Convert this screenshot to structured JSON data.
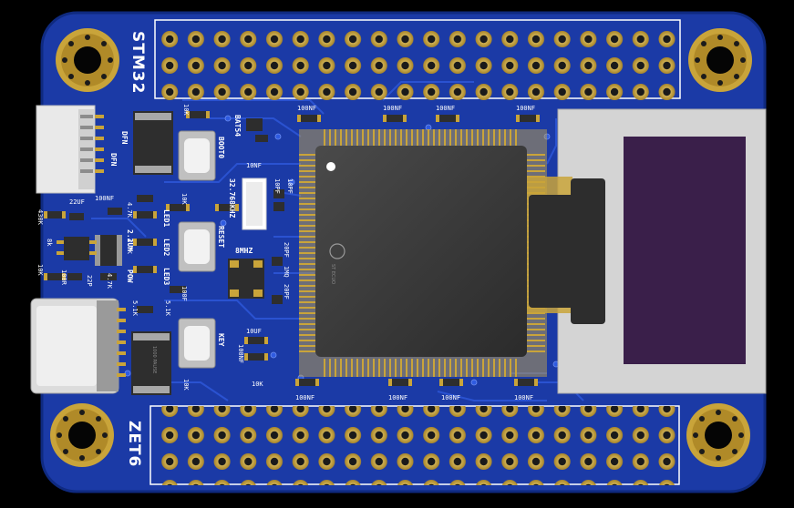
{
  "board": {
    "labels": {
      "stm32": "STM32",
      "zet6": "ZET6",
      "bat54": "BAT54",
      "boot0": "BOOT0",
      "reset": "RESET",
      "key": "KEY",
      "crystal_32k": "32.768KHZ",
      "crystal_8m": "8MHZ",
      "dfn1": "DFN",
      "dfn2": "DFN",
      "led1": "LED1",
      "led2": "LED2",
      "led3": "LED3",
      "pow": "POW",
      "inductor": "2.2UH",
      "mcu_logo": "ST ECUO",
      "chip_text": "1000 PAUSE"
    },
    "passives": {
      "c100nf_top1": "100NF",
      "c100nf_top2": "100NF",
      "c100nf_top3": "100NF",
      "c100nf_top4": "100NF",
      "c100nf_bot1": "100NF",
      "c100nf_bot2": "100NF",
      "c100nf_bot3": "100NF",
      "c100nf_bot4": "100NF",
      "c10nf_boot": "10NF",
      "c10k_boot": "10K",
      "c10k_a": "10K",
      "c10k_b": "10K",
      "c10k_reset": "10K",
      "c10k_key": "10K",
      "c10uf": "10UF",
      "c100nf_mid": "100NF",
      "c10k_mid": "10K",
      "c22uf": "22UF",
      "c100nf_left": "100NF",
      "c430k": "430K",
      "c8k": "8k",
      "c10k_left": "10K",
      "c100r": "100R",
      "c22p": "22P",
      "c47k1": "4.7K",
      "c47k2": "4.7K",
      "c47k3": "4.7K",
      "c51k1": "5.1K",
      "c51k2": "5.1K",
      "c20pf_a": "20PF",
      "c20pf_b": "20PF",
      "c10pf_a": "10PF",
      "c10pf_b": "10PF",
      "c1mq": "1MQ",
      "c100f": "100F"
    },
    "colors": {
      "pcb": "#1b3aa6",
      "trace": "#2a4fd0",
      "gold": "#c9a43a",
      "chip": "#3a3a3a",
      "oled_frame": "#cfcfcf",
      "oled_screen": "#3a1f4a"
    }
  }
}
